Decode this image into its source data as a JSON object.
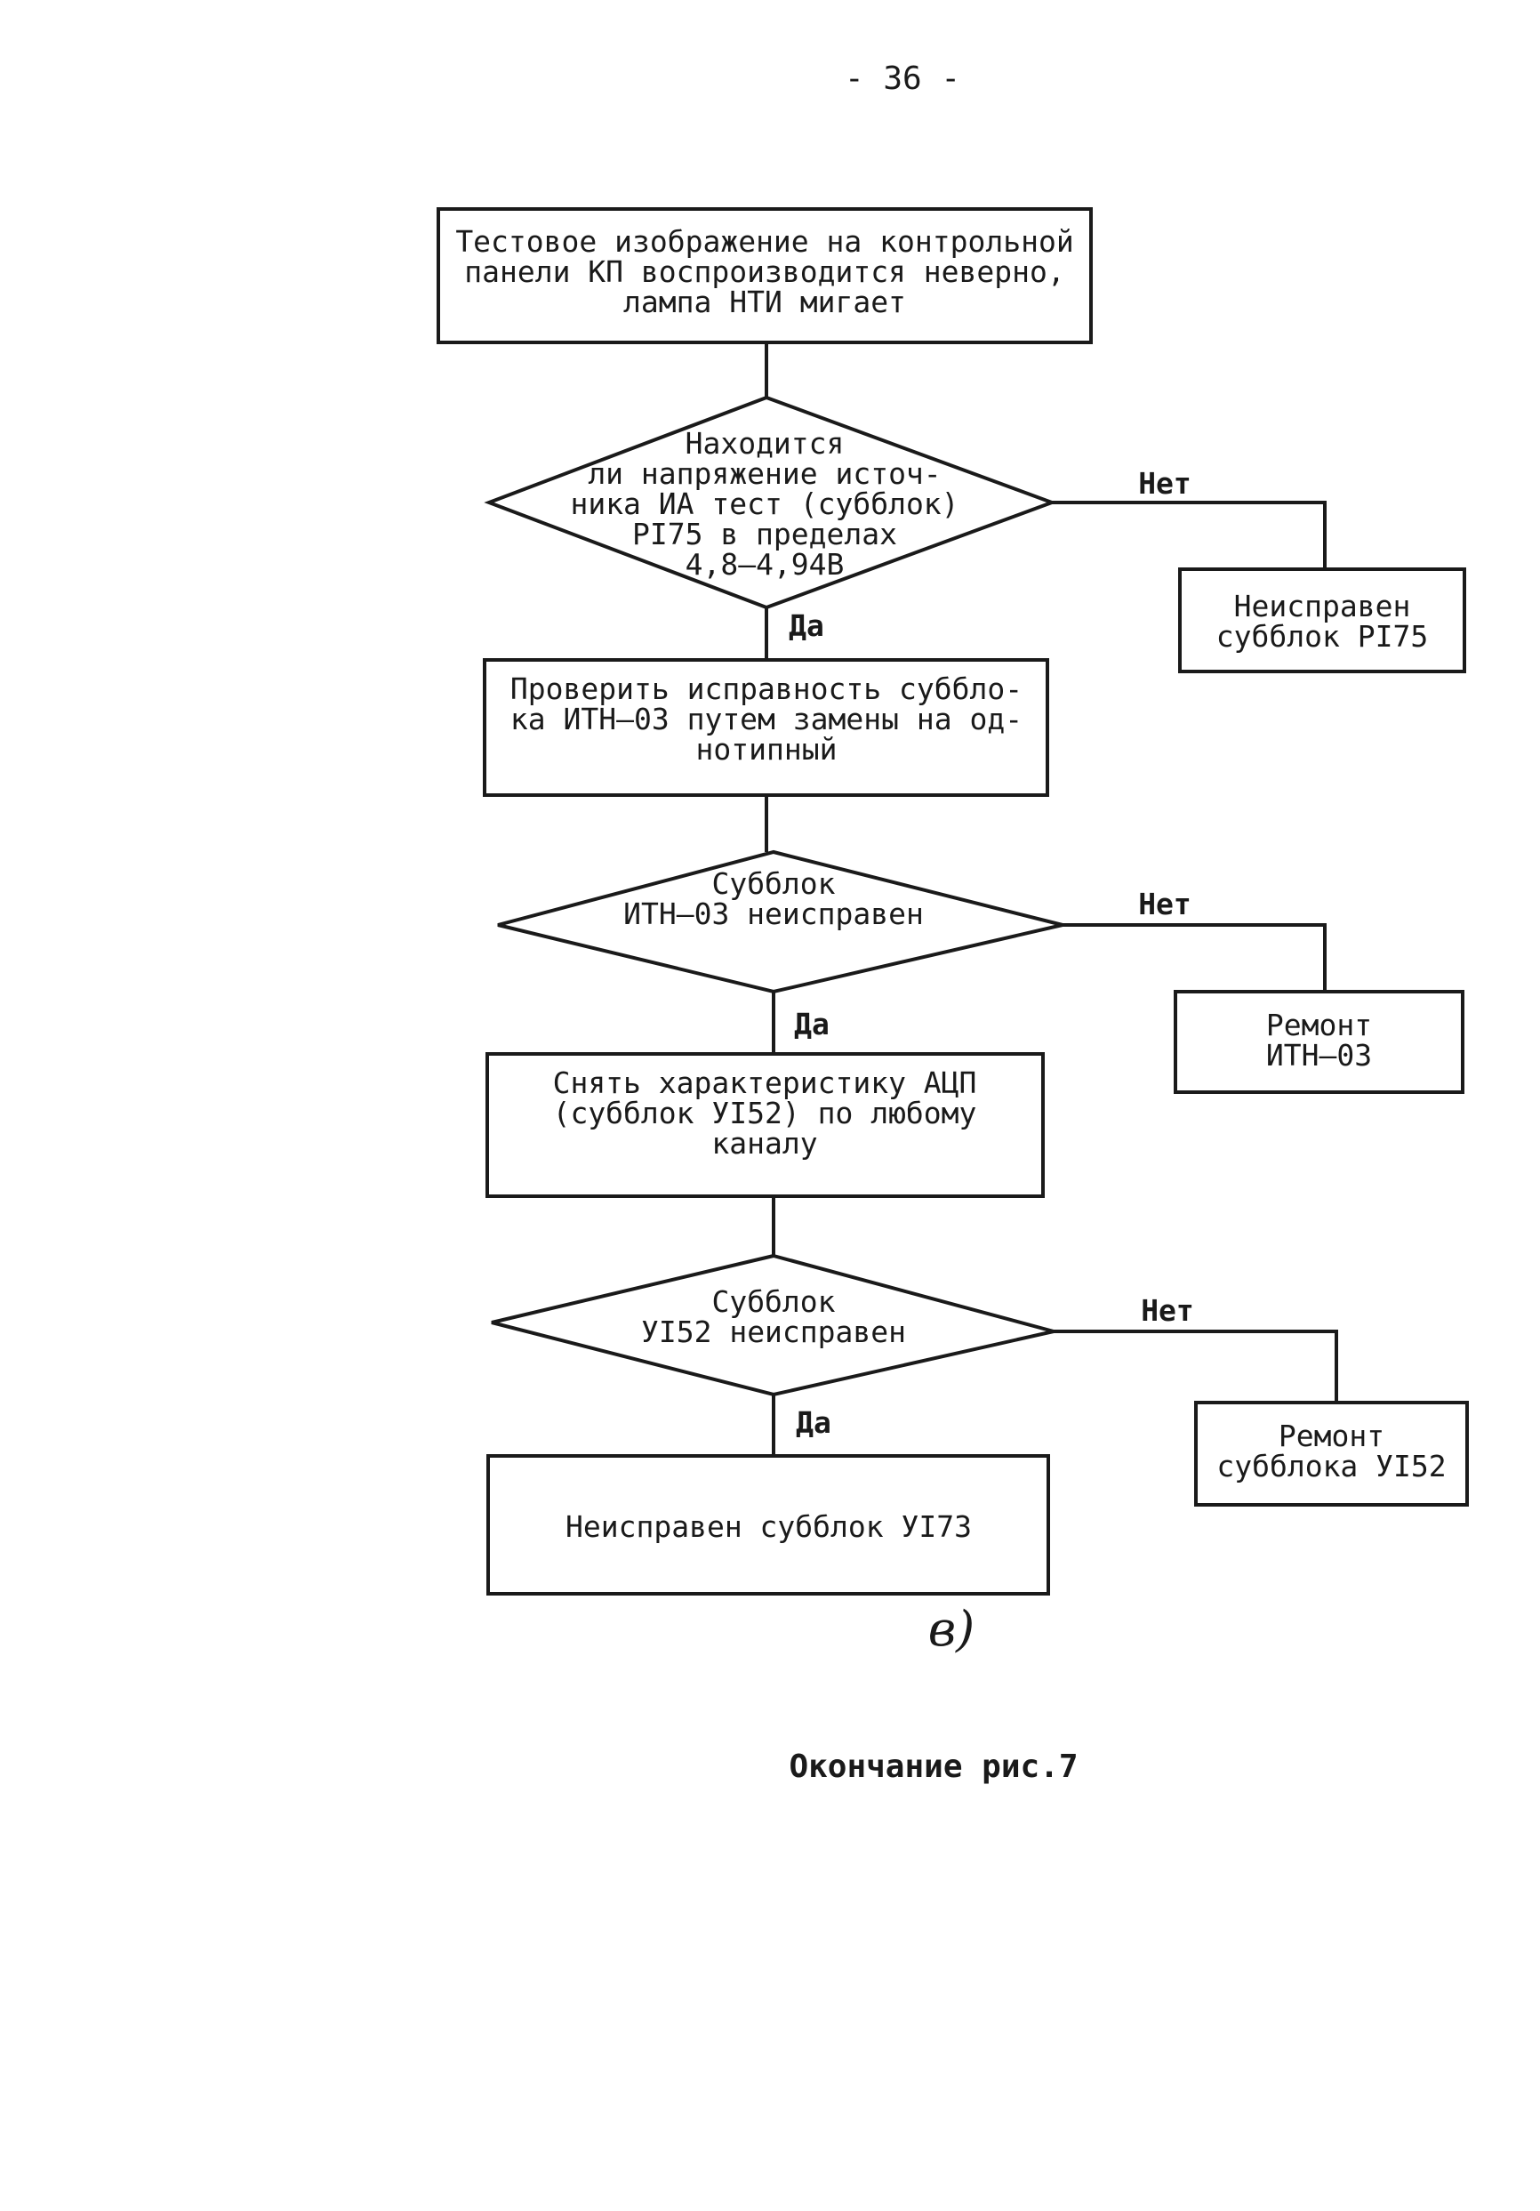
{
  "page": {
    "number": "- 36 -"
  },
  "flowchart": {
    "start_box": "Тестовое изображение на контрольной\nпанели КП воспроизводится неверно,\nлампа НТИ мигает",
    "decision_1": "Находится\nли напряжение источ-\nника ИА тест (субблок)\nРI75 в пределах\n4,8–4,94В",
    "decision_1_no_box": "Неисправен\nсубблок РI75",
    "step_1": "Проверить исправность суббло-\nка ИТН–03 путем замены на од-\nнотипный",
    "decision_2": "Субблок\nИТН–03 неисправен",
    "decision_2_no_box": "Ремонт\nИТН–03",
    "step_2": "Снять характеристику АЦП\n(субблок УI52) по любому\nканалу",
    "decision_3": "Субблок\nУI52 неисправен",
    "decision_3_no_box": "Ремонт\nсубблока УI52",
    "end_box": "Неисправен субблок УI73",
    "labels": {
      "yes_1": "Да",
      "no_1": "Нет",
      "yes_2": "Да",
      "no_2": "Нет",
      "yes_3": "Да",
      "no_3": "Нет"
    }
  },
  "figure": {
    "variant": "в)",
    "caption": "Окончание рис.7"
  }
}
